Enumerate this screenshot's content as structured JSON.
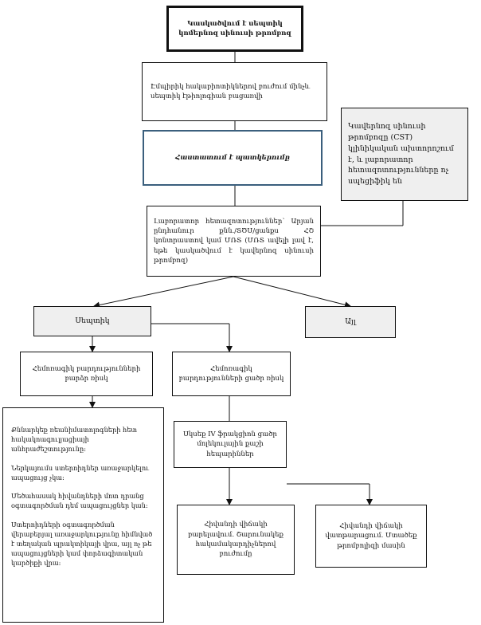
{
  "boxes": {
    "top": "Կասկածվում է սեպտիկ կոմերնոզ սինուսի թրոմբոզ",
    "imaging": "Էմպիրիկ հակաբիոտիկներով բուժում մինչև սեպտիկ էթիոլոգիան բացառվի",
    "confirmed": "Հաստատում է պատկերումը",
    "cst_note": "Կավերնոզ սինուսի թրոմբոզը (CST) կլինիկական ախտորոշում է, և լաբորատոր հետազոտությունները ոչ սպեցիֆիկ են",
    "lab": "Լաբորատոր հետազոտություններ՝ Արյան ընդհանուր քնն./ՏԾՍ/ցանքս ՀՇ կոնտրաստով կամ ՄՌՏ (ՄՌՏ ավելի լավ է, եթե կասկածվում է կավերնոզ սինուսի թրոմբոզ)",
    "septic": "Սեպտիկ",
    "other": "Այլ",
    "high_risk": "Հեմոռագիկ բարդությունների բարձր ռիսկ",
    "low_risk": "Հեմոռագիկ բարդությունների ցածր ռիսկ",
    "anticoag": "Սկսեք IV ֆրակցիոն ցածր մոլեկուլային քաշի հեպարիններ",
    "improve": "Հիվանդի վիճակի բարելավում. Շարունակեք հակամակարդիչներով բուժումը",
    "worsen": "Հիվանդի վիճակի վատթարացում. Մտածեք թրոմբոլիզի մասին"
  },
  "notes": [
    "Քննարկեք ռեանիմատոլոգների հետ հակակոագուլյացիայի անհրաժեշտությունը:",
    "Ներկայումս ստերոիդներ առաջարկելու ապացույց չկա:",
    "Մեծահասակ հիվանդների մոտ դրանց օգտագործման դեմ ապացույցներ կան:",
    "Ստերոիդների օգտագործման վերաբերյալ առաջարկությունը հիմնված է տեղական պրակտիկայի վրա, այլ ոչ թե ապացույցների կամ փորձագիտական կարծիքի վրա:"
  ],
  "colors": {
    "line": "#111111",
    "blue_border": "#3b5f7d",
    "gray_fill": "#efefef"
  }
}
